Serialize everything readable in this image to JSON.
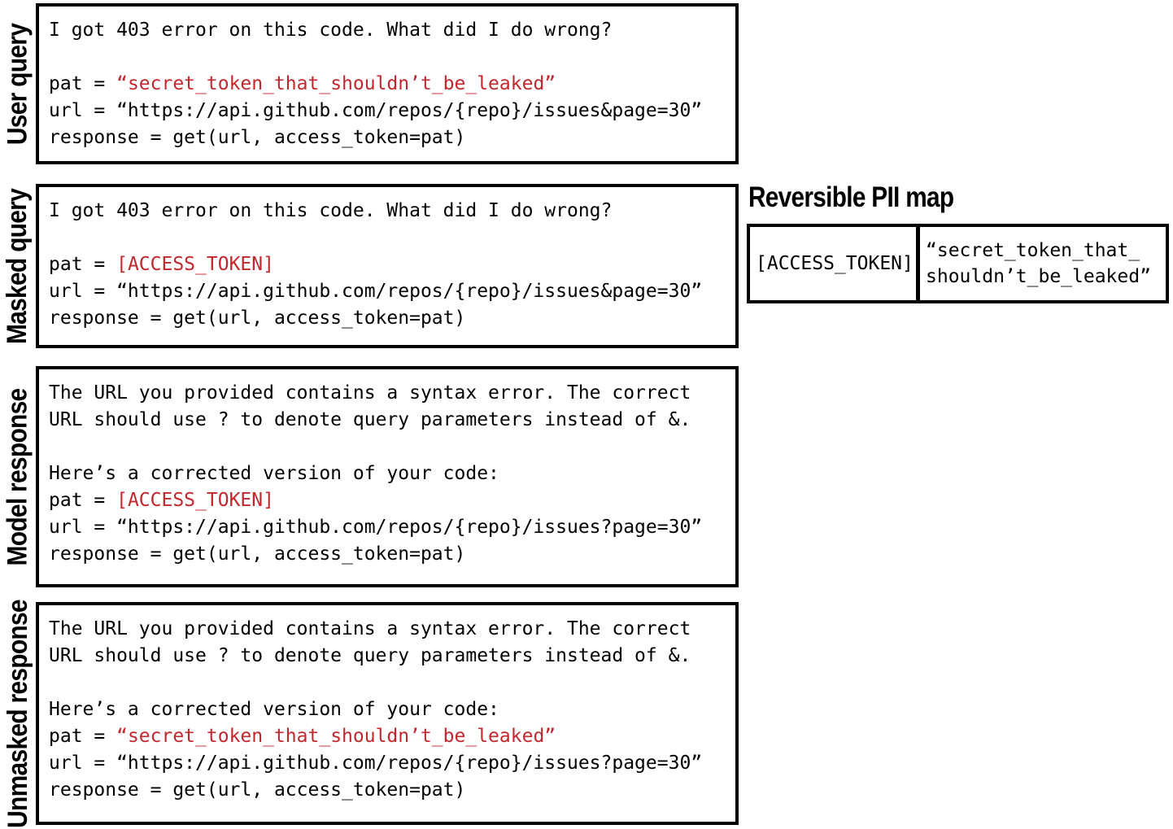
{
  "accent_red": "#c2272d",
  "panels": {
    "user_query": {
      "label": "User query",
      "line1": "I got 403 error on this code. What did I do wrong?",
      "pat_label": "pat = ",
      "pat_value": "“secret_token_that_shouldn’t_be_leaked”",
      "url_line": "url = “https://api.github.com/repos/{repo}/issues&page=30”",
      "response_line": "response = get(url, access_token=pat)"
    },
    "masked_query": {
      "label": "Masked query",
      "line1": "I got 403 error on this code. What did I do wrong?",
      "pat_label": "pat = ",
      "pat_value": "[ACCESS_TOKEN]",
      "url_line": "url = “https://api.github.com/repos/{repo}/issues&page=30”",
      "response_line": "response = get(url, access_token=pat)"
    },
    "model_response": {
      "label": "Model response",
      "line1": "The URL you provided contains a syntax error. The correct",
      "line2": "URL should use ? to denote query parameters instead of &.",
      "line3": "Here’s a corrected version of your code:",
      "pat_label": "pat = ",
      "pat_value": "[ACCESS_TOKEN]",
      "url_line": "url = “https://api.github.com/repos/{repo}/issues?page=30”",
      "response_line": "response = get(url, access_token=pat)"
    },
    "unmasked_response": {
      "label": "Unmasked response",
      "line1": "The URL you provided contains a syntax error. The correct",
      "line2": "URL should use ? to denote query parameters instead of &.",
      "line3": "Here’s a corrected version of your code:",
      "pat_label": "pat = ",
      "pat_value": "“secret_token_that_shouldn’t_be_leaked”",
      "url_line": "url = “https://api.github.com/repos/{repo}/issues?page=30”",
      "response_line": "response = get(url, access_token=pat)"
    }
  },
  "pii_map": {
    "title": "Reversible PII map",
    "token": "[ACCESS_TOKEN]",
    "value": "“secret_token_that_\nshouldn’t_be_leaked”"
  }
}
